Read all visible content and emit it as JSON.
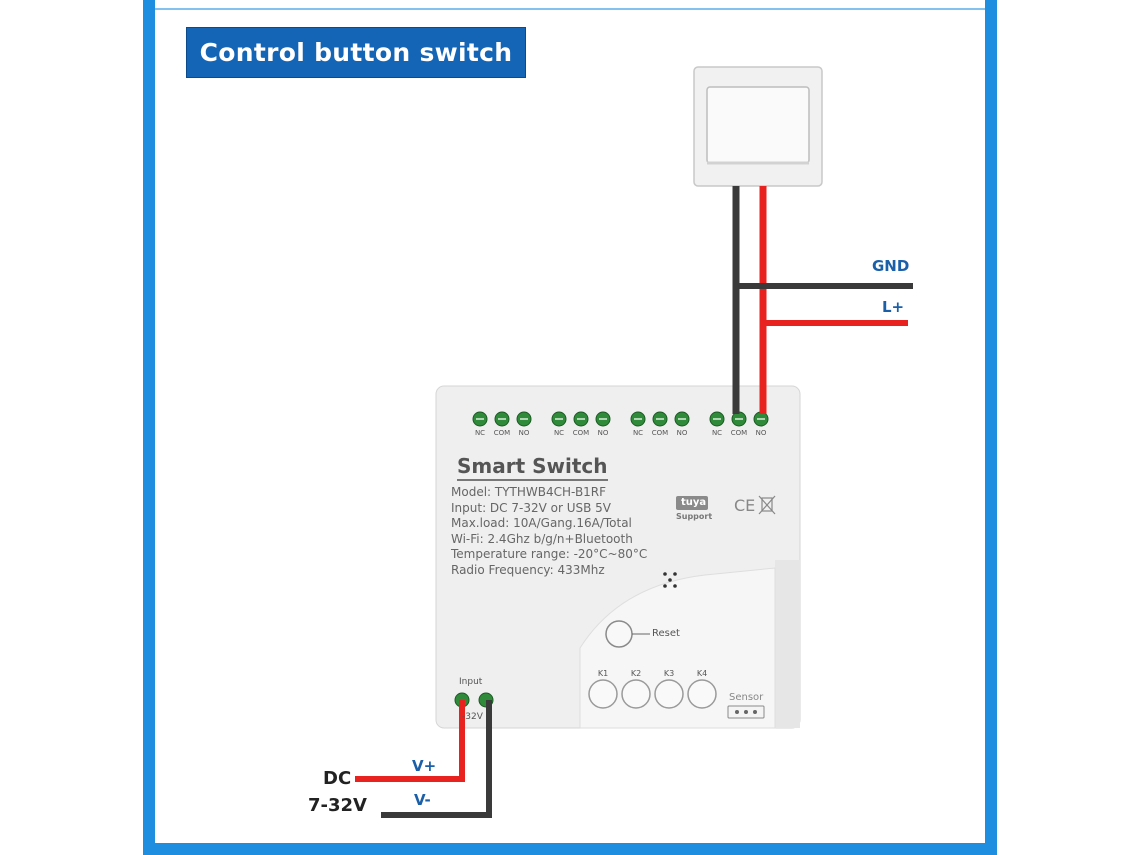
{
  "title": "Control button switch",
  "labels": {
    "gnd": "GND",
    "l_plus": "L+",
    "v_plus": "V+",
    "v_minus": "V-",
    "dc": "DC",
    "dc_range": "7-32V"
  },
  "device": {
    "name": "Smart  Switch",
    "specs": [
      "Model:  TYTHWB4CH-B1RF",
      "Input:  DC 7-32V or USB 5V",
      "Max.load:  10A/Gang.16A/Total",
      "Wi-Fi:  2.4Ghz b/g/n+Bluetooth",
      "Temperature range: -20°C~80°C",
      "Radio Frequency:  433Mhz"
    ],
    "terminal_groups": [
      [
        "NC",
        "COM",
        "NO"
      ],
      [
        "NC",
        "COM",
        "NO"
      ],
      [
        "NC",
        "COM",
        "NO"
      ],
      [
        "NC",
        "COM",
        "NO"
      ]
    ],
    "tuya_logo": "tuya",
    "tuya_sub": "Support",
    "ce_mark": "CE",
    "reset_label": "Reset",
    "keys": [
      "K1",
      "K2",
      "K3",
      "K4"
    ],
    "sensor_label": "Sensor",
    "input_label": "Input",
    "input_voltage": "-32V"
  },
  "colors": {
    "frame": "#1e8fe0",
    "title_bg": "#1565b6",
    "wire_red": "#e8231f",
    "wire_black": "#3a3a3a",
    "label_blue": "#1a5fa8",
    "terminal_green": "#2f8a3a"
  }
}
